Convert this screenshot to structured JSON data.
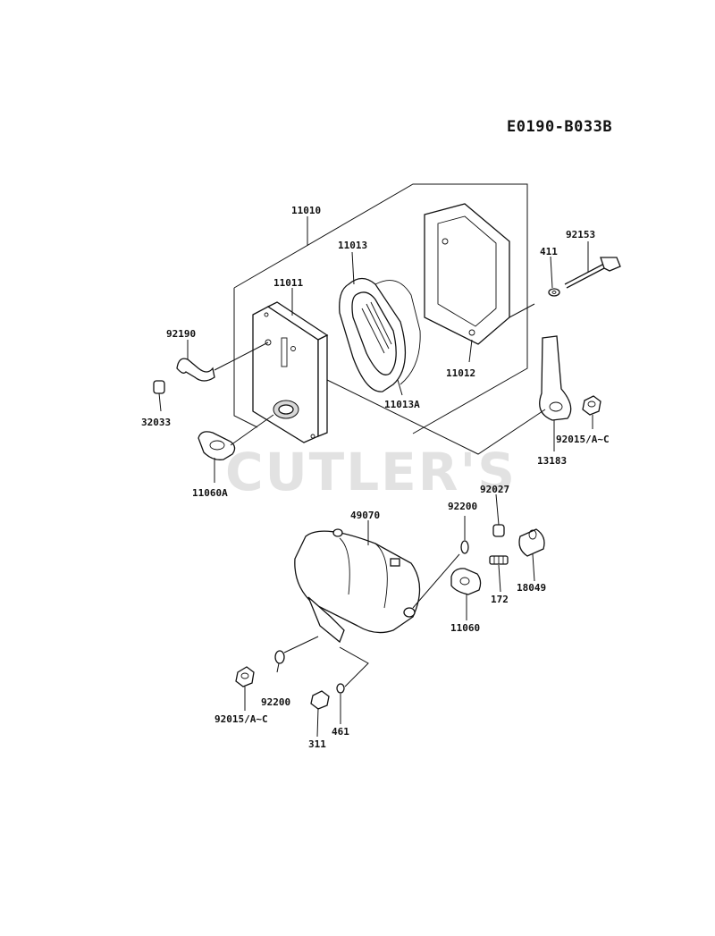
{
  "diagram_code": "E0190-B033B",
  "watermark": "CUTLER'S",
  "labels": {
    "p11010": "11010",
    "p11013": "11013",
    "p11011": "11011",
    "p92153": "92153",
    "p411": "411",
    "p92190": "92190",
    "p11012": "11012",
    "p11013a": "11013A",
    "p32033": "32033",
    "p92015a": "92015/A~C",
    "p13183": "13183",
    "p11060a": "11060A",
    "p92027": "92027",
    "p49070": "49070",
    "p92200a": "92200",
    "p172": "172",
    "p18049": "18049",
    "p11060": "11060",
    "p92200b": "92200",
    "p92015b": "92015/A~C",
    "p461": "461",
    "p311": "311"
  }
}
